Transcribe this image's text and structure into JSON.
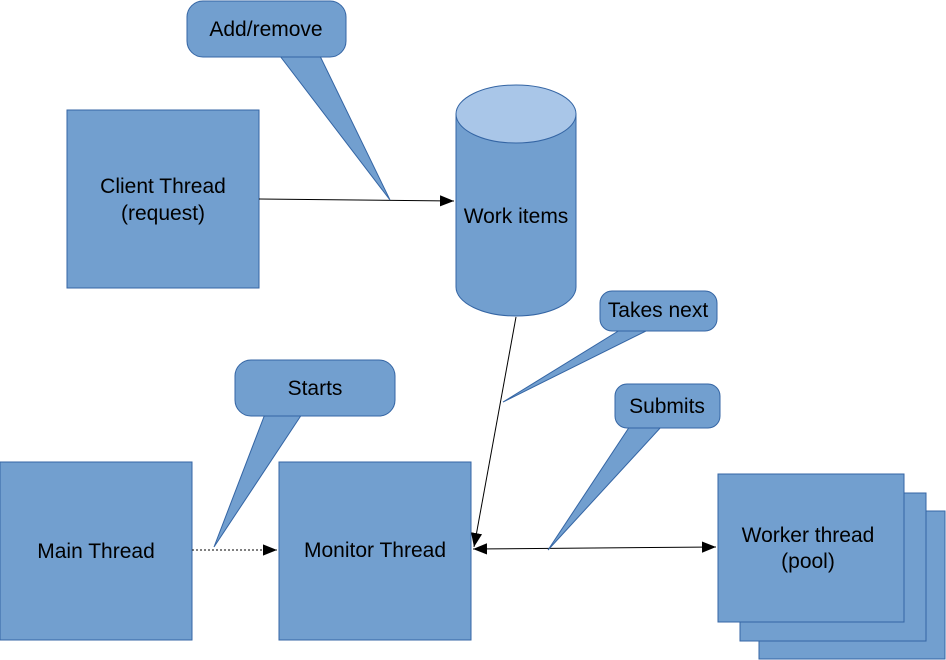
{
  "colors": {
    "box_fill": "#729fcf",
    "box_stroke": "#3465a4",
    "cylinder_top": "#a9c6e8",
    "connector": "#000000",
    "background": "#ffffff"
  },
  "nodes": {
    "client_thread": {
      "line1": "Client Thread",
      "line2": "(request)"
    },
    "work_items": {
      "label": "Work items"
    },
    "main_thread": {
      "label": "Main Thread"
    },
    "monitor_thread": {
      "label": "Monitor Thread"
    },
    "worker_thread": {
      "line1": "Worker thread",
      "line2": "(pool)"
    }
  },
  "callouts": {
    "add_remove": "Add/remove",
    "takes_next": "Takes next",
    "starts": "Starts",
    "submits": "Submits"
  }
}
